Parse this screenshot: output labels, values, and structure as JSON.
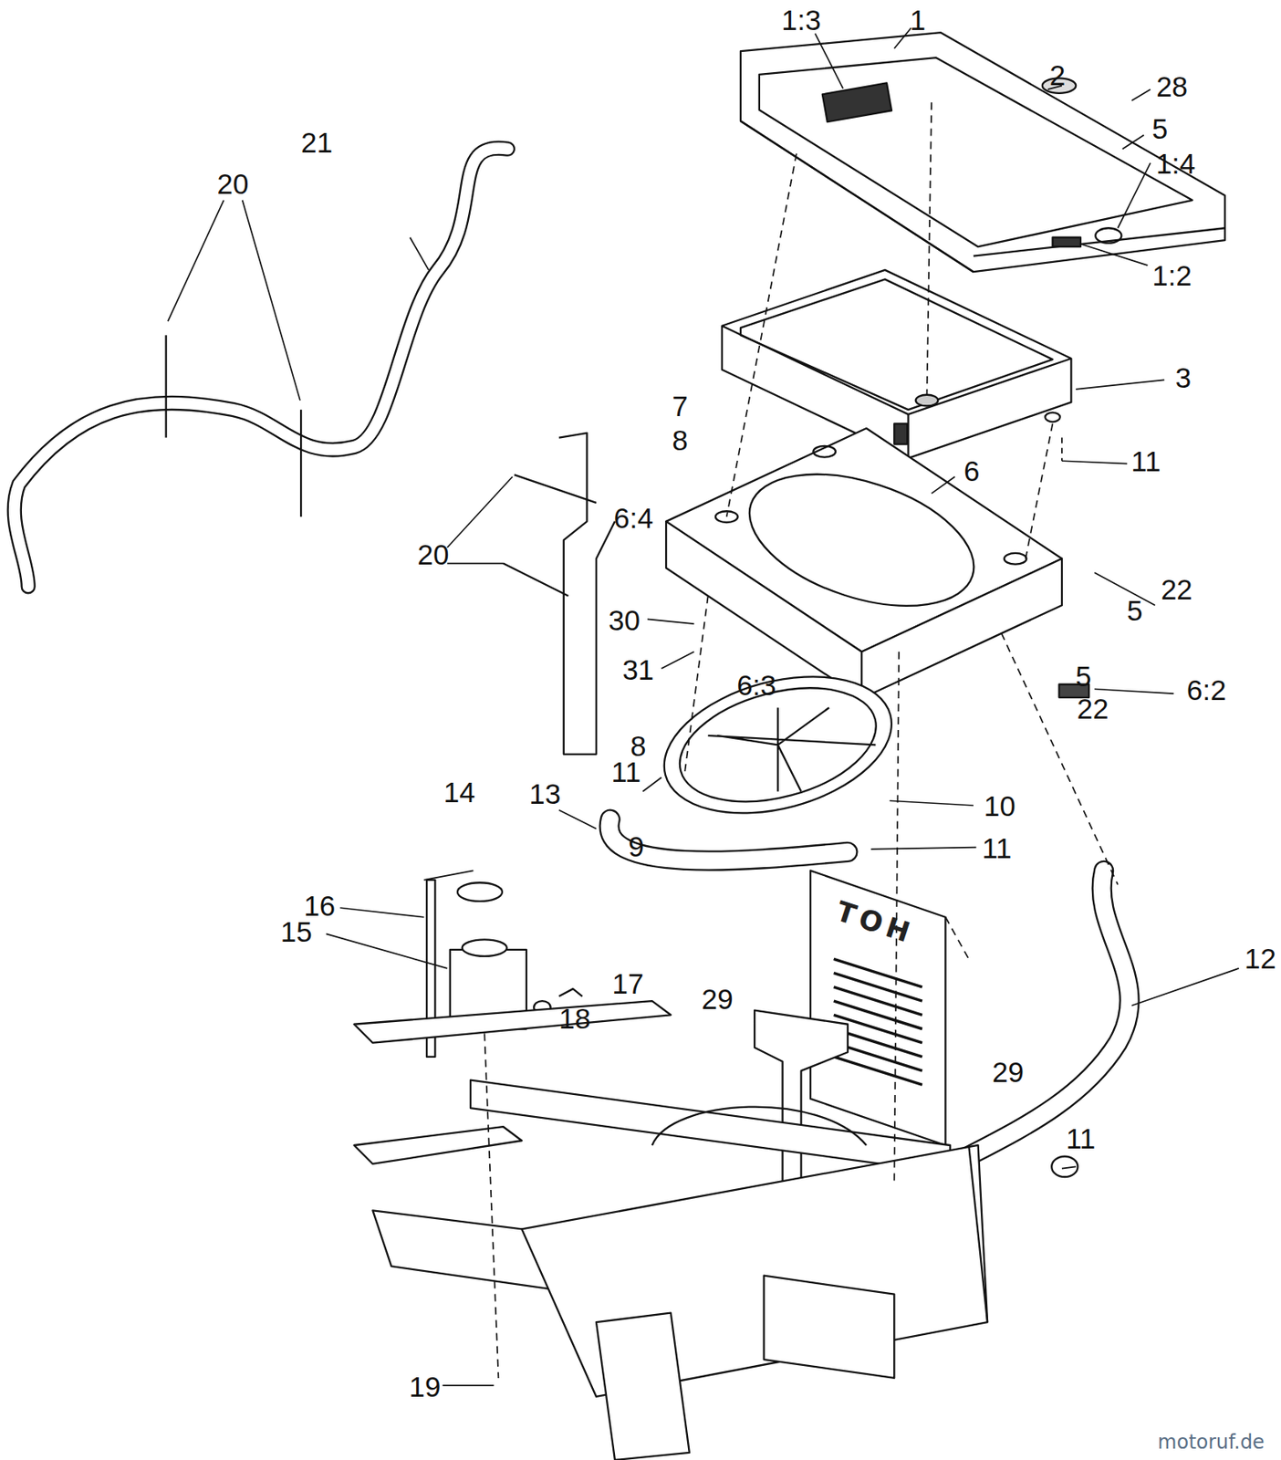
{
  "diagram": {
    "labels": [
      "1:3",
      "1",
      "2",
      "28",
      "5",
      "1:4",
      "1:2",
      "21",
      "20",
      "3",
      "7",
      "8",
      "11",
      "6",
      "20",
      "6:4",
      "22",
      "5",
      "30",
      "31",
      "6:3",
      "6:2",
      "5",
      "22",
      "8",
      "11",
      "10",
      "13",
      "9",
      "11",
      "14",
      "16",
      "15",
      "29",
      "12",
      "17",
      "18",
      "29",
      "11",
      "19",
      "TOH",
      "motoruf.de"
    ]
  }
}
